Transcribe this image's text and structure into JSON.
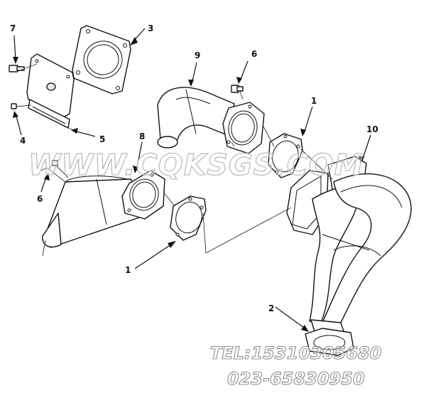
{
  "diagram": {
    "callouts": [
      "7",
      "3",
      "9",
      "6",
      "1",
      "10",
      "4",
      "5",
      "8",
      "6",
      "1",
      "2"
    ],
    "watermark": "WWW.CQKSGS.COM",
    "contact_tel": "TEL:15310305680",
    "contact_phone": "023-65830950",
    "stamp_text": "..."
  },
  "colors": {
    "line": "#111111",
    "watermark": "#cfcfcf",
    "background": "#ffffff"
  }
}
